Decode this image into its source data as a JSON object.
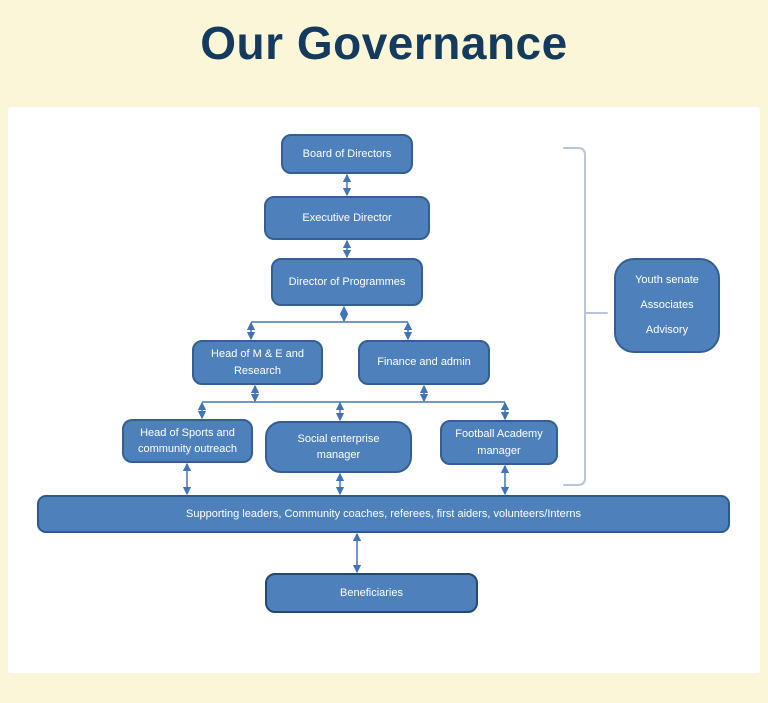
{
  "title": "Our Governance",
  "colors": {
    "page_background": "#fcf6d9",
    "panel_background": "#ffffff",
    "title_text": "#143a5e",
    "node_fill": "#4e80bc",
    "node_border": "#335f92",
    "node_text": "#ffffff",
    "arrow": "#4273b8",
    "bracket": "#b9c5da"
  },
  "nodes": {
    "board": {
      "label": "Board of Directors"
    },
    "executive": {
      "label": "Executive Director"
    },
    "programmes": {
      "label": "Director of Programmes"
    },
    "head_me": {
      "label": "Head of M & E and Research"
    },
    "finance": {
      "label": "Finance and admin"
    },
    "sports": {
      "label": "Head of Sports and community outreach"
    },
    "social": {
      "label": "Social enterprise manager"
    },
    "football": {
      "label": "Football Academy manager"
    },
    "supporting": {
      "label": "Supporting leaders, Community coaches, referees, first aiders, volunteers/Interns"
    },
    "beneficiaries": {
      "label": "Beneficiaries"
    },
    "youth": {
      "line1": "Youth senate",
      "line2": "Associates",
      "line3": "Advisory"
    }
  },
  "structure": {
    "edges": [
      {
        "from": "board",
        "to": "executive",
        "style": "double-arrow"
      },
      {
        "from": "executive",
        "to": "programmes",
        "style": "double-arrow"
      },
      {
        "from": "programmes",
        "to": "head_me",
        "style": "double-arrow"
      },
      {
        "from": "programmes",
        "to": "finance",
        "style": "double-arrow"
      },
      {
        "from": "head_me",
        "to": "sports",
        "style": "double-arrow"
      },
      {
        "from": "head_me",
        "to": "social",
        "style": "double-arrow"
      },
      {
        "from": "finance",
        "to": "social",
        "style": "double-arrow"
      },
      {
        "from": "finance",
        "to": "football",
        "style": "double-arrow"
      },
      {
        "from": "sports",
        "to": "supporting",
        "style": "double-arrow"
      },
      {
        "from": "social",
        "to": "supporting",
        "style": "double-arrow"
      },
      {
        "from": "football",
        "to": "supporting",
        "style": "double-arrow"
      },
      {
        "from": "supporting",
        "to": "beneficiaries",
        "style": "double-arrow"
      },
      {
        "from": "youth",
        "to": "hierarchy-levels-1-to-7",
        "style": "bracket"
      }
    ]
  }
}
